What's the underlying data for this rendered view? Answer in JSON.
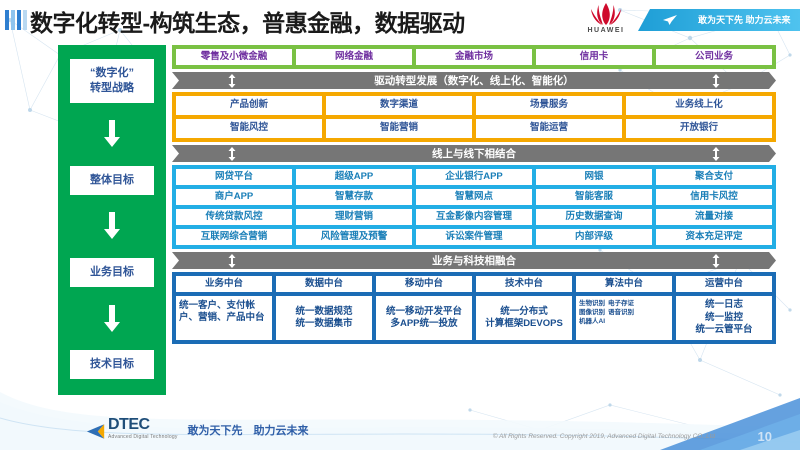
{
  "header": {
    "title": "数字化转型-构筑生态，普惠金融，数据驱动",
    "brand": "HUAWEI",
    "ribbon_text": "敢为天下先 助力云未来"
  },
  "rail": {
    "items": [
      {
        "label": "“数字化”\n转型战略"
      },
      {
        "label": "整体目标"
      },
      {
        "label": "业务目标"
      },
      {
        "label": "技术目标"
      }
    ],
    "labels": {
      "strategy": "“数字化”转型战略",
      "overall": "整体目标",
      "business": "业务目标",
      "technology": "技术目标"
    }
  },
  "sections": {
    "business_lines": {
      "color": "#7ac143",
      "cells": [
        "零售及小微金融",
        "网络金融",
        "金融市场",
        "信用卡",
        "公司业务"
      ]
    },
    "band_drive": {
      "label": "驱动转型发展（数字化、线上化、智能化）",
      "color": "#767676"
    },
    "capabilities": {
      "color": "#f5a800",
      "rows": [
        [
          "产品创新",
          "数字渠道",
          "场景服务",
          "业务线上化"
        ],
        [
          "智能风控",
          "智能营销",
          "智能运营",
          "开放银行"
        ]
      ]
    },
    "band_online_offline": {
      "label": "线上与线下相结合",
      "color": "#767676"
    },
    "applications": {
      "color": "#22aee5",
      "rows": [
        [
          "网贷平台",
          "超级APP",
          "企业银行APP",
          "网银",
          "聚合支付"
        ],
        [
          "商户APP",
          "智慧存款",
          "智慧网点",
          "智能客服",
          "信用卡风控"
        ],
        [
          "传统贷款风控",
          "理财营销",
          "互金影像内容管理",
          "历史数据查询",
          "流量对接"
        ],
        [
          "互联网综合营销",
          "风险管理及预警",
          "诉讼案件管理",
          "内部评级",
          "资本充足评定"
        ]
      ]
    },
    "band_fusion": {
      "label": "业务与科技相融合",
      "color": "#767676"
    },
    "platforms": {
      "color": "#1b6cb5",
      "headers": [
        "业务中台",
        "数据中台",
        "移动中台",
        "技术中台",
        "算法中台",
        "运营中台"
      ],
      "bodies": [
        {
          "text": "统一客户、支付帐户、营销、产品中台",
          "style": "left"
        },
        {
          "text": "统一数据规范\n统一数据集市",
          "style": "center"
        },
        {
          "text": "统一移动开发平台\n多APP统一投放",
          "style": "center"
        },
        {
          "text": "统一分布式\n计算框架DEVOPS",
          "style": "center"
        },
        {
          "tags": [
            "生物识别",
            "电子存证",
            "图像识别",
            "语音识别",
            "机器人AI"
          ],
          "style": "tags"
        },
        {
          "text": "统一日志\n统一监控\n统一云管平台",
          "style": "center"
        }
      ]
    }
  },
  "footer": {
    "logo_word": "DTEC",
    "logo_sub": "Advanced Digital Technology",
    "slogan": "敢为天下先　助力云未来",
    "copyright": "© All Rights Reserved. Copyright 2019, Advanced Digital Technology CO.,Ltd",
    "page_number": "10"
  }
}
